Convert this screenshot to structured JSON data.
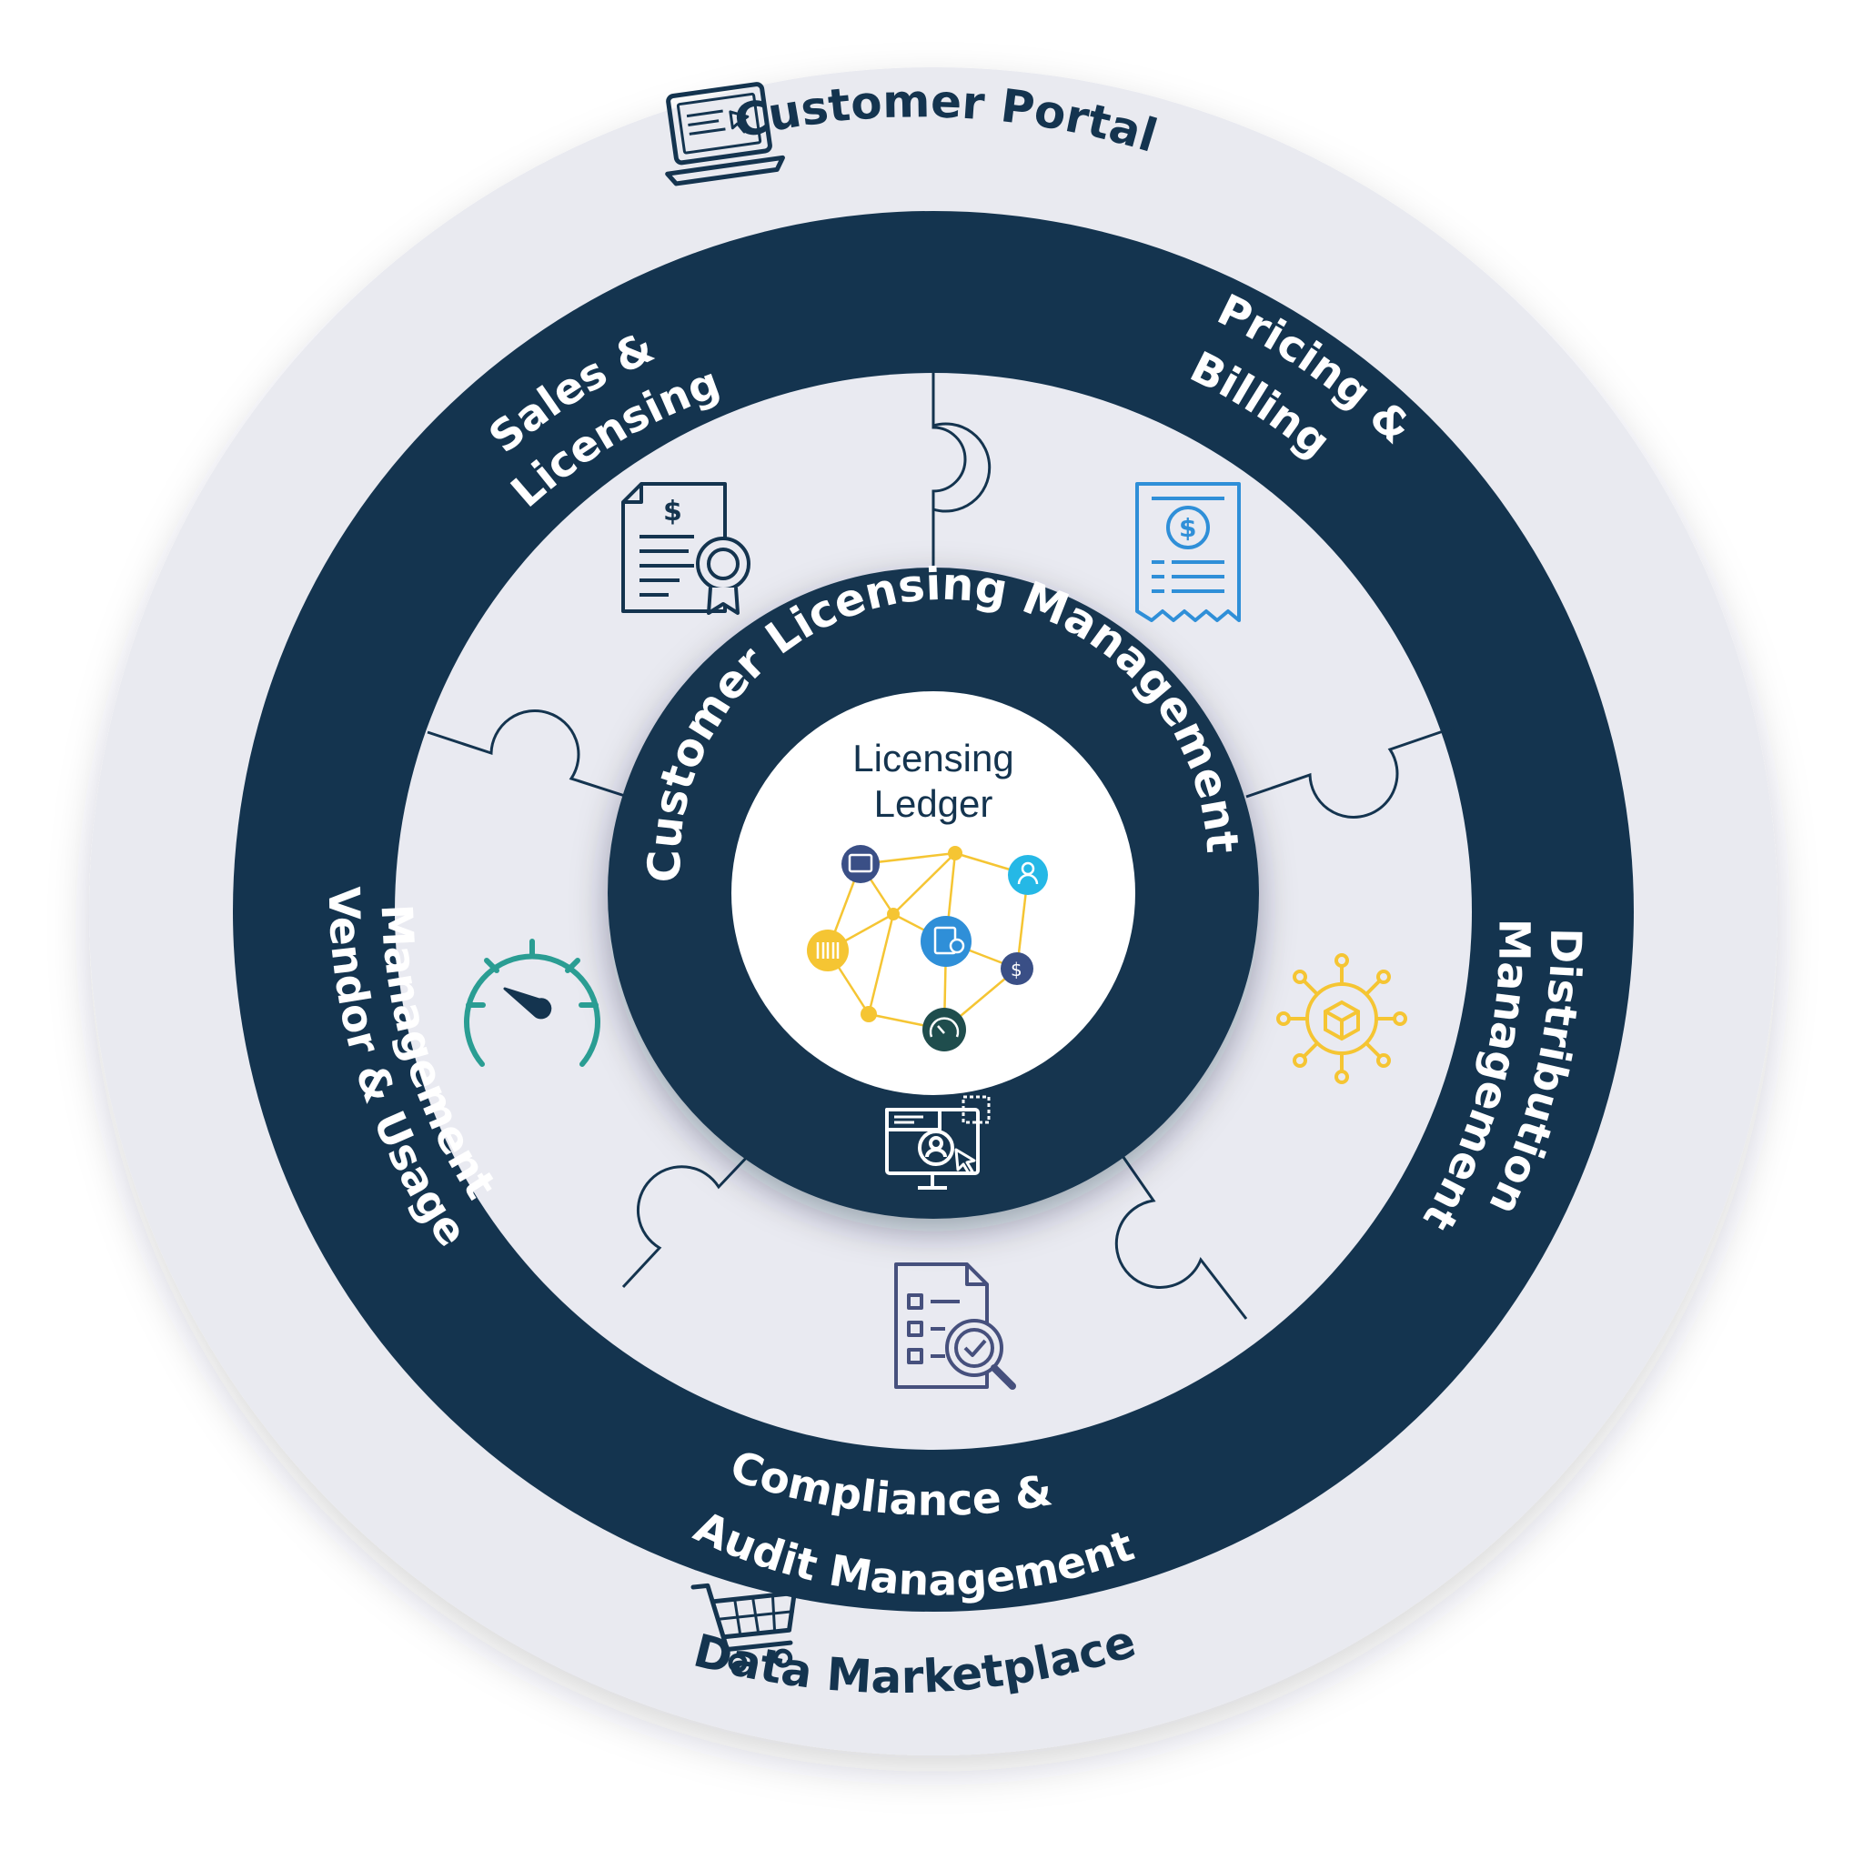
{
  "outer_ring": {
    "top_label": "Customer Portal",
    "bottom_label": "Data Marketplace"
  },
  "segments": [
    {
      "line1": "Sales &",
      "line2": "Licensing"
    },
    {
      "line1": "Pricing &",
      "line2": "Billing"
    },
    {
      "line1": "Distribution",
      "line2": "Management"
    },
    {
      "line1": "Compliance &",
      "line2": "Audit Management"
    },
    {
      "line1": "Vendor & Usage",
      "line2": "Management"
    }
  ],
  "core": {
    "ring_label": "Customer Licensing Management",
    "center_line1": "Licensing",
    "center_line2": "Ledger"
  },
  "colors": {
    "navy": "#14344f",
    "light_grey": "#e9eaf0",
    "blue": "#2f8fd8",
    "teal": "#2a9d93",
    "yellow": "#f5c533",
    "cyan": "#25b8e6"
  },
  "icons": {
    "customer_portal": "laptop-icon",
    "data_marketplace": "shopping-cart-icon",
    "sales_licensing": "certificate-document-icon",
    "pricing_billing": "invoice-receipt-icon",
    "distribution": "package-network-icon",
    "compliance": "audit-checklist-icon",
    "vendor_usage": "speedometer-gauge-icon",
    "core_bottom": "user-monitor-icon"
  }
}
